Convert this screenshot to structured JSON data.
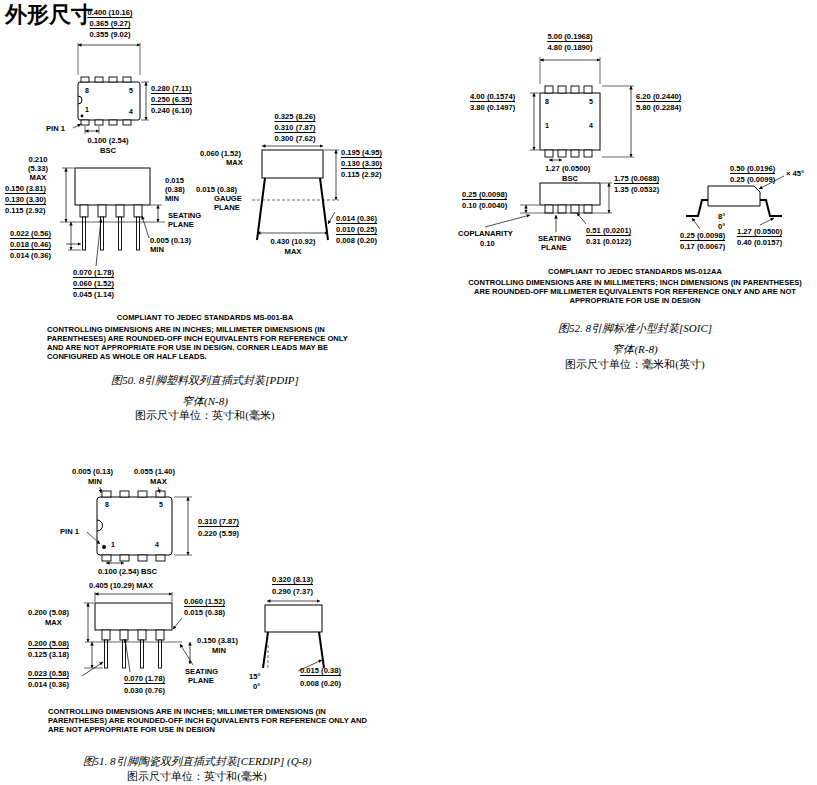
{
  "diagram": {
    "title": "外形尺寸",
    "labels": [
      "0.400 (10.16)",
      "0.365 (9.27)",
      "0.355 (9.02)",
      "8",
      "5",
      "1",
      "4",
      "0.280 (7.11)",
      "0.250 (6.35)",
      "0.240 (6.10)",
      "PIN 1",
      "0.100 (2.54)",
      "BSC",
      "0.210",
      "(5.33)",
      "MAX",
      "0.150 (3.81)",
      "0.130 (3.30)",
      "0.115 (2.92)",
      "0.015",
      "(0.38)",
      "MIN",
      "SEATING",
      "PLANE",
      "0.022 (0.56)",
      "0.018 (0.46)",
      "0.014 (0.36)",
      "0.005 (0.13)",
      "MIN",
      "0.070 (1.78)",
      "0.060 (1.52)",
      "0.045 (1.14)",
      "0.325 (8.26)",
      "0.310 (7.87)",
      "0.300 (7.62)",
      "0.060 (1.52)",
      "MAX",
      "0.195 (4.95)",
      "0.130 (3.30)",
      "0.115 (2.92)",
      "0.015 (0.38)",
      "GAUGE",
      "PLANE",
      "0.014 (0.36)",
      "0.010 (0.25)",
      "0.008 (0.20)",
      "0.430 (10.92)",
      "MAX",
      "COMPLIANT TO JEDEC STANDARDS MS-001-BA",
      "CONTROLLING DIMENSIONS ARE IN INCHES; MILLIMETER DIMENSIONS (IN PARENTHESES) ARE ROUNDED-OFF INCH EQUIVALENTS FOR REFERENCE ONLY AND ARE NOT APPROPRIATE FOR USE IN DESIGN. CORNER LEADS MAY BE CONFIGURED AS WHOLE OR HALF LEADS.",
      "图50. 8引脚塑料双列直插式封装[PDIP]",
      "窄体(N-8)",
      "图示尺寸单位：英寸和(毫米)",
      "5.00 (0.1968)",
      "4.80 (0.1890)",
      "8",
      "5",
      "1",
      "4",
      "4.00 (0.1574)",
      "3.80 (0.1497)",
      "6.20 (0.2440)",
      "5.80 (0.2284)",
      "1.27 (0.0500)",
      "BSC",
      "1.75 (0.0688)",
      "1.35 (0.0532)",
      "0.25 (0.0098)",
      "0.10 (0.0040)",
      "0.51 (0.0201)",
      "0.31 (0.0122)",
      "COPLANARITY",
      "0.10",
      "SEATING",
      "PLANE",
      "0.50 (0.0196)",
      "0.25 (0.0099)",
      "× 45°",
      "8°",
      "0°",
      "0.25 (0.0098)",
      "0.17 (0.0067)",
      "1.27 (0.0500)",
      "0.40 (0.0157)",
      "COMPLIANT TO JEDEC STANDARDS MS-012AA",
      "CONTROLLING DIMENSIONS ARE IN MILLIMETERS; INCH DIMENSIONS (IN PARENTHESES) ARE ROUNDED-OFF MILLIMETER EQUIVALENTS FOR REFERENCE ONLY AND ARE NOT APPROPRIATE FOR USE IN DESIGN",
      "图52. 8引脚标准小型封装[SOIC]",
      "窄体(R-8)",
      "图示尺寸单位：毫米和(英寸)",
      "0.005 (0.13)",
      "MIN",
      "0.055 (1.40)",
      "MAX",
      "8",
      "5",
      "PIN 1",
      "1",
      "4",
      "0.310 (7.87)",
      "0.220 (5.59)",
      "0.100 (2.54) BSC",
      "0.405 (10.29) MAX",
      "0.200 (5.08)",
      "MAX",
      "0.060 (1.52)",
      "0.015 (0.38)",
      "0.200 (5.08)",
      "0.125 (3.18)",
      "0.150 (3.81)",
      "MIN",
      "SEATING",
      "PLANE",
      "0.023 (0.58)",
      "0.014 (0.36)",
      "0.070 (1.78)",
      "0.030 (0.76)",
      "0.320 (8.13)",
      "0.290 (7.37)",
      "15°",
      "0°",
      "0.015 (0.38)",
      "0.008 (0.20)",
      "CONTROLLING DIMENSIONS ARE IN INCHES; MILLIMETER DIMENSIONS (IN PARENTHESES) ARE ROUNDED-OFF INCH EQUIVALENTS FOR REFERENCE ONLY AND ARE NOT APPROPRIATE FOR USE IN DESIGN",
      "图51. 8引脚陶瓷双列直插式封装[CERDIP] (Q-8)",
      "图示尺寸单位：英寸和(毫米)"
    ]
  }
}
